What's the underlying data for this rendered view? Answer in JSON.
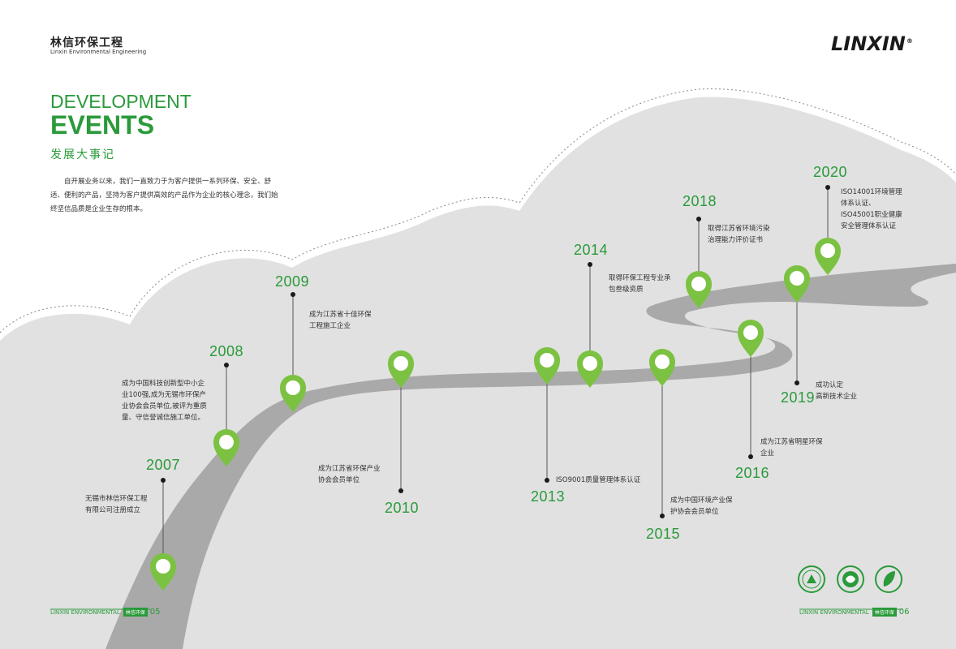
{
  "brand": {
    "name_cn": "林信环保工程",
    "name_en": "Linxin Environmental Engineering",
    "logo_text": "LINXIN",
    "logo_mark": "®"
  },
  "heading": {
    "line1": "DEVELOPMENT",
    "line2": "EVENTS",
    "cn": "发展大事记"
  },
  "intro": "自开展业务以来，我们一直致力于为客户提供一系列环保、安全、舒适、便利的产品，坚持为客户提供高效的产品作为企业的核心理念，我们始终坚信品质是企业生存的根本。",
  "events": {
    "e2007": {
      "year": "2007",
      "lines": [
        "无锡市林信环保工程",
        "有限公司注册成立"
      ]
    },
    "e2008": {
      "year": "2008",
      "lines": [
        "成为中国科技创新型中小企",
        "业100强,成为无锡市环保产",
        "业协会会员单位,被评为重质",
        "量、守信誉诚信施工单位。"
      ]
    },
    "e2009": {
      "year": "2009",
      "lines": [
        "成为江苏省十佳环保",
        "工程施工企业"
      ]
    },
    "e2010": {
      "year": "2010",
      "lines": [
        "成为江苏省环保产业",
        "协会会员单位"
      ]
    },
    "e2013": {
      "year": "2013",
      "lines": [
        "ISO9001质量管理体系认证"
      ]
    },
    "e2014": {
      "year": "2014",
      "lines": [
        "取得环保工程专业承",
        "包叁级资质"
      ]
    },
    "e2015": {
      "year": "2015",
      "lines": [
        "成为中国环境产业保",
        "护协会会员单位"
      ]
    },
    "e2016": {
      "year": "2016",
      "lines": [
        "成为江苏省明星环保",
        "企业"
      ]
    },
    "e2018": {
      "year": "2018",
      "lines": [
        "取得江苏省环境污染",
        "治理能力评价证书"
      ]
    },
    "e2019": {
      "year": "2019",
      "lines": [
        "成功认定",
        "高新技术企业"
      ]
    },
    "e2020": {
      "year": "2020",
      "lines": [
        "ISO14001环境管理",
        "体系认证、",
        "ISO45001职业健康",
        "安全管理体系认证"
      ]
    }
  },
  "footer": {
    "left_text": "LINXIN ENVIRONMENTAL",
    "left_tag": "林信环保",
    "left_page": "05",
    "right_text": "LINXIN ENVIRONMENTAL",
    "right_tag": "林信环保",
    "right_page": "06"
  },
  "colors": {
    "green": "#2a9a3a",
    "pin": "#7cc242",
    "road": "#a9a9a9",
    "hill": "#e1e1e1"
  },
  "icons": [
    "china-environmental-label-icon",
    "environmental-seal-icon",
    "green-leaf-icon"
  ]
}
